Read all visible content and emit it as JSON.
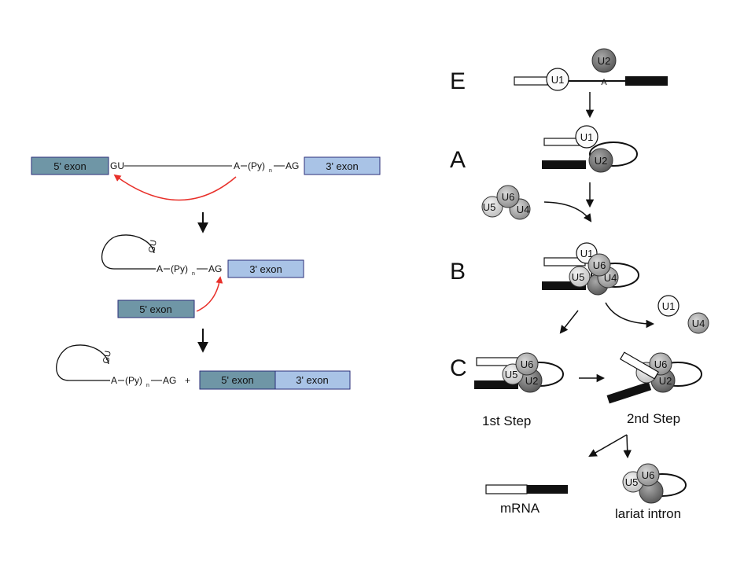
{
  "left_panel": {
    "step1": {
      "five_exon": "5' exon",
      "gu": "GU",
      "a": "A",
      "py": "(Py)",
      "n": "n",
      "ag": "AG",
      "three_exon": "3' exon"
    },
    "step2": {
      "gu": "GU",
      "a": "A",
      "py": "(Py)",
      "n": "n",
      "ag": "AG",
      "three_exon": "3' exon",
      "five_exon": "5' exon"
    },
    "step3": {
      "gu": "GU",
      "a": "A",
      "py": "(Py)",
      "n": "n",
      "ag": "AG",
      "plus": "+",
      "five_exon": "5' exon",
      "three_exon": "3' exon"
    },
    "colors": {
      "five_exon": "#6f96a6",
      "three_exon": "#a9c3e6",
      "border": "#2b2f7a",
      "arrow_red": "#e8302a"
    }
  },
  "right_panel": {
    "stages": [
      "E",
      "A",
      "B",
      "C"
    ],
    "snrnas": {
      "u1": "U1",
      "u2": "U2",
      "u4": "U4",
      "u5": "U5",
      "u6": "U6",
      "branch_a": "A"
    },
    "captions": {
      "first_step": "1st Step",
      "second_step": "2nd Step",
      "mrna": "mRNA",
      "lariat": "lariat intron"
    }
  }
}
